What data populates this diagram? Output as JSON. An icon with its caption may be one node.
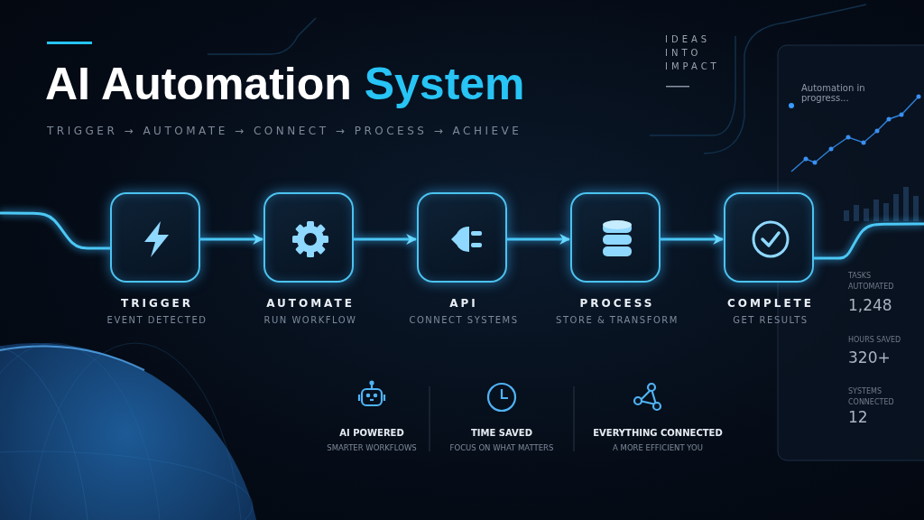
{
  "diagram": {
    "title": "AI Automation System",
    "nodes": [
      {
        "text": [
          "TRIGGER",
          "EVENT DETECTED"
        ]
      },
      {
        "text": [
          "AUTOMATE",
          "RUN WORKFLOW"
        ]
      },
      {
        "text": [
          "API",
          "CONNECT SYSTEMS"
        ]
      },
      {
        "text": [
          "PROCESS",
          "STORE & TRANSFORM"
        ]
      },
      {
        "text": [
          "COMPLETE",
          "GET RESULTS"
        ]
      }
    ],
    "edges": [
      {
        "from": null,
        "to": 0,
        "arrow": "none"
      },
      {
        "from": 0,
        "to": 1,
        "arrow": "to"
      },
      {
        "from": 1,
        "to": 2,
        "arrow": "to"
      },
      {
        "from": 2,
        "to": 3,
        "arrow": "to"
      },
      {
        "from": 3,
        "to": 4,
        "arrow": "to"
      },
      {
        "from": 4,
        "to": null,
        "arrow": "none"
      }
    ],
    "labels": [
      "TRIGGER → AUTOMATE → CONNECT → PROCESS → ACHIEVE",
      "IDEAS INTO IMPACT",
      "Automation in progress...",
      "TASKS AUTOMATED",
      "1,248",
      "HOURS SAVED",
      "320+",
      "SYSTEMS CONNECTED",
      "12",
      "AI POWERED",
      "SMARTER WORKFLOWS",
      "TIME SAVED",
      "FOCUS ON WHAT MATTERS",
      "EVERYTHING CONNECTED",
      "A MORE EFFICIENT YOU"
    ]
  }
}
